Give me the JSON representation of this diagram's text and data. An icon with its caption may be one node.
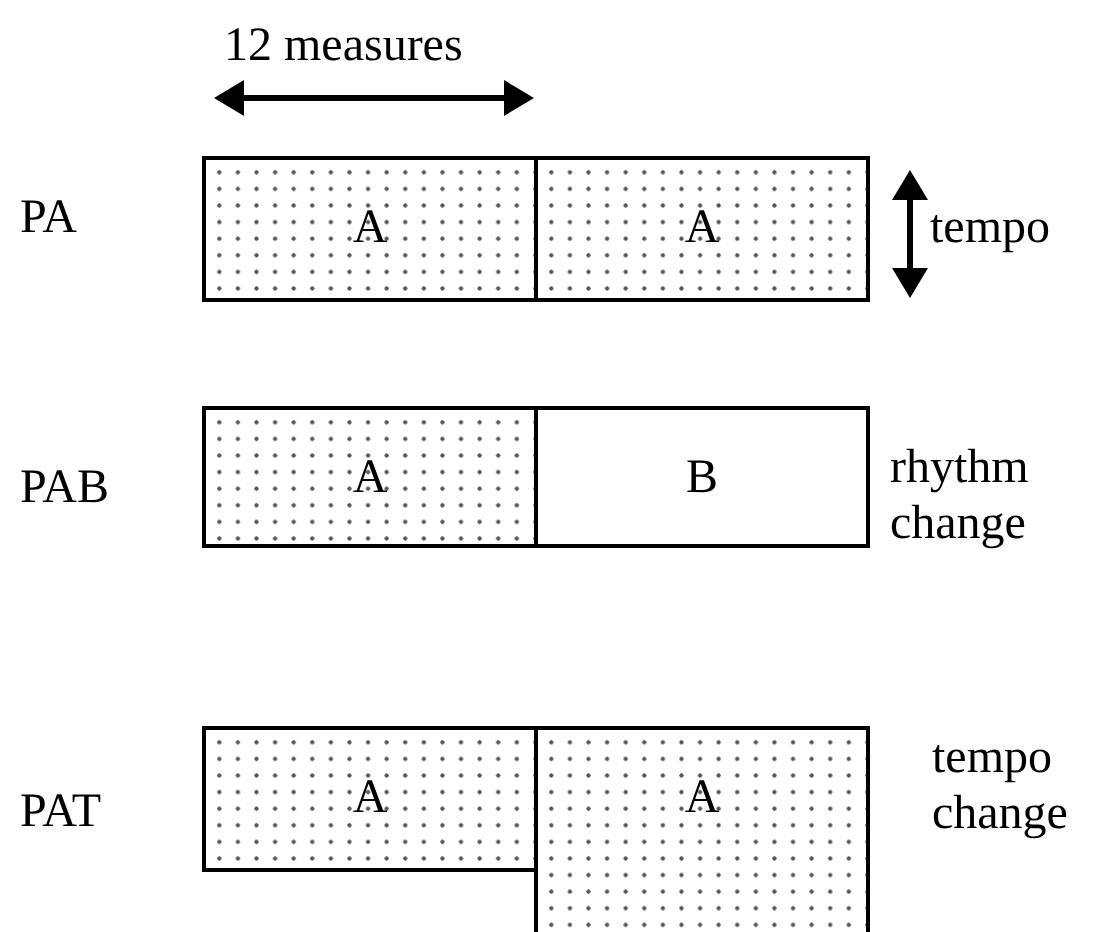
{
  "diagram": {
    "nodes": [
      {
        "text": [
          "A"
        ]
      },
      {
        "text": [
          "A"
        ]
      },
      {
        "text": [
          "A"
        ]
      },
      {
        "text": [
          "B"
        ]
      },
      {
        "text": [
          "A"
        ]
      },
      {
        "text": [
          "A"
        ]
      }
    ],
    "labels": [
      "12 measures",
      "PA",
      "tempo",
      "PAB",
      "rhythm change",
      "PAT",
      "tempo change"
    ]
  }
}
